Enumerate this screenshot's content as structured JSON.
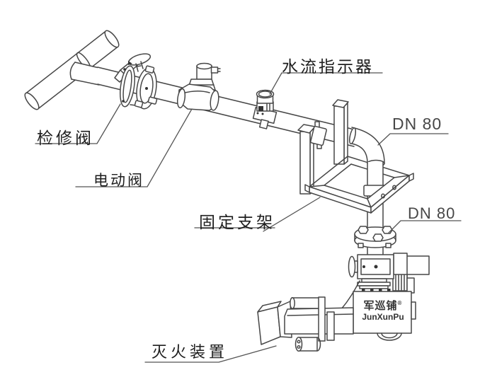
{
  "diagram": {
    "type": "piping-installation-line-drawing",
    "background": "#ffffff",
    "line_color": "#474747",
    "leader_color": "#555555",
    "label_color": "#1e1e1e",
    "dim_label_color": "#474747"
  },
  "labels": {
    "maintenance_valve": "检修阀",
    "electric_valve": "电动阀",
    "water_flow_indicator": "水流指示器",
    "fixed_bracket": "固定支架",
    "fire_extinguishing_device": "灭火装置",
    "dn80_upper": "DN 80",
    "dn80_lower": "DN 80"
  },
  "logo": {
    "cn": "军巡铺",
    "reg": "®",
    "en": "JunXunPu"
  }
}
